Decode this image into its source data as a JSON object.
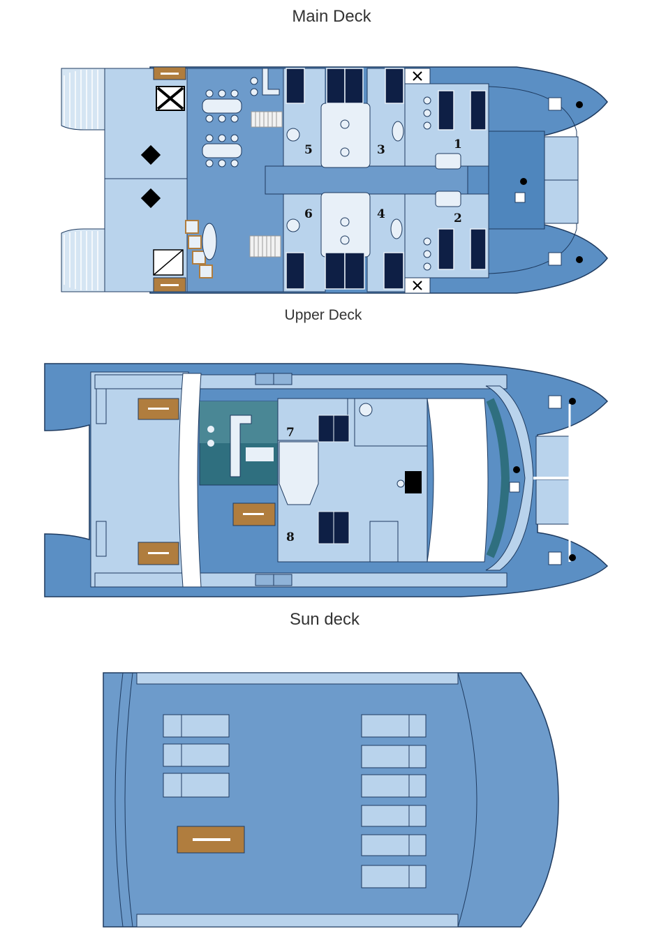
{
  "decks": {
    "main": {
      "title": "Main Deck",
      "cabins": [
        "1",
        "2",
        "3",
        "4",
        "5",
        "6"
      ]
    },
    "upper": {
      "title": "Upper Deck",
      "cabins": [
        "7",
        "8"
      ]
    },
    "sun": {
      "title": "Sun deck"
    }
  },
  "colors": {
    "hull": "#5b8fc4",
    "interior": "#6d9bcb",
    "light_blue": "#b9d3ec",
    "pale": "#d5e5f3",
    "bed": "#0e1f45",
    "furniture": "#e8f0f8",
    "table": "#b07d3e",
    "outline": "#1e3a5f"
  },
  "icons": {
    "stairs": "stairs-icon",
    "bed": "bed-icon",
    "toilet": "toilet-icon",
    "shower": "shower-icon",
    "table": "table-icon",
    "lounger": "sun-lounger-icon",
    "life_raft": "life-raft-icon"
  }
}
